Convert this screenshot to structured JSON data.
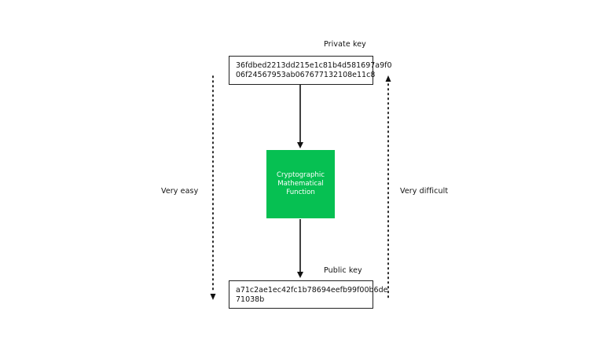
{
  "private_key": {
    "label": "Private key",
    "lines": [
      "36fdbed2213dd215e1c81b4d581697a9f0",
      "06f24567953ab067677132108e11c8"
    ]
  },
  "public_key": {
    "label": "Public key",
    "lines": [
      "a71c2ae1ec42fc1b78694eefb99f00b6de",
      "71038b"
    ]
  },
  "function": {
    "lines": [
      "Cryptographic",
      "Mathematical",
      "Function"
    ],
    "color": "#06c052"
  },
  "left_annotation": "Very easy",
  "right_annotation": "Very difficult"
}
